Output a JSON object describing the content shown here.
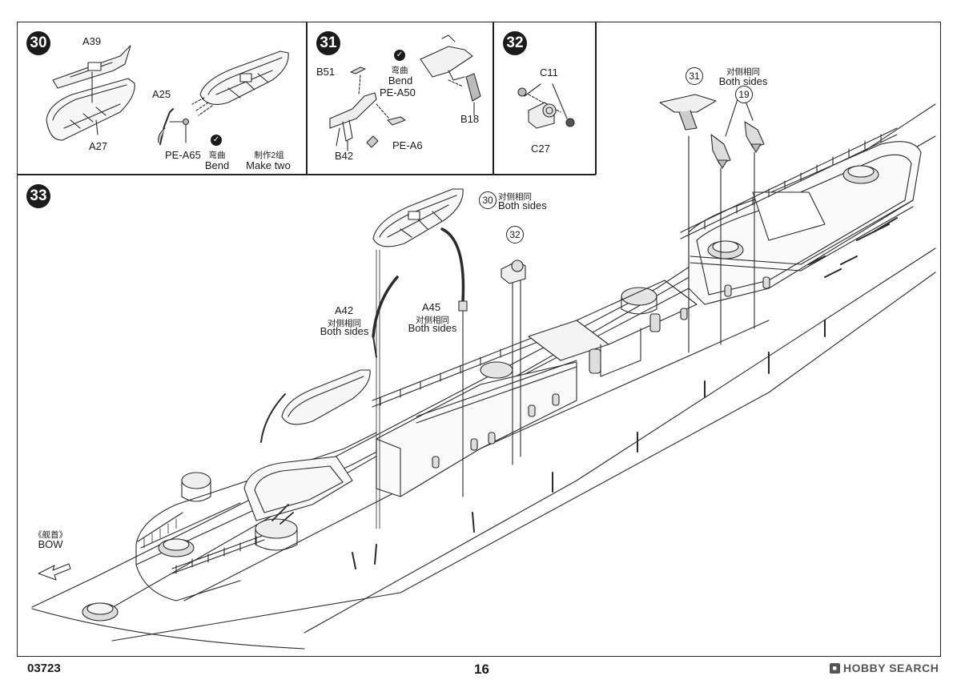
{
  "steps": {
    "s30": {
      "number": "30",
      "labels": {
        "a39": "A39",
        "a25": "A25",
        "a27": "A27",
        "pe_a65": "PE-A65"
      },
      "bend_cn": "弯曲",
      "bend_en": "Bend",
      "make_cn": "制作2组",
      "make_en": "Make two"
    },
    "s31": {
      "number": "31",
      "labels": {
        "b51": "B51",
        "pe_a50": "PE-A50",
        "b18": "B18",
        "b42": "B42",
        "pe_a6": "PE-A6"
      },
      "bend_cn": "弯曲",
      "bend_en": "Bend"
    },
    "s32": {
      "number": "32",
      "labels": {
        "c11": "C11",
        "c27": "C27"
      }
    },
    "s33": {
      "number": "33",
      "callouts": {
        "c31": "31",
        "c19": "19",
        "c30": "30",
        "c32": "32"
      },
      "both_cn": "对侧相同",
      "both_en": "Both sides",
      "both_sides_label": "Both  sides",
      "labels": {
        "a42": "A42",
        "a45": "A45"
      },
      "bow_cn": "《舰首》",
      "bow_en": "BOW"
    }
  },
  "footer": {
    "code": "03723",
    "page": "16",
    "brand": "HOBBY SEARCH",
    "brand_icon": "camera-icon"
  }
}
